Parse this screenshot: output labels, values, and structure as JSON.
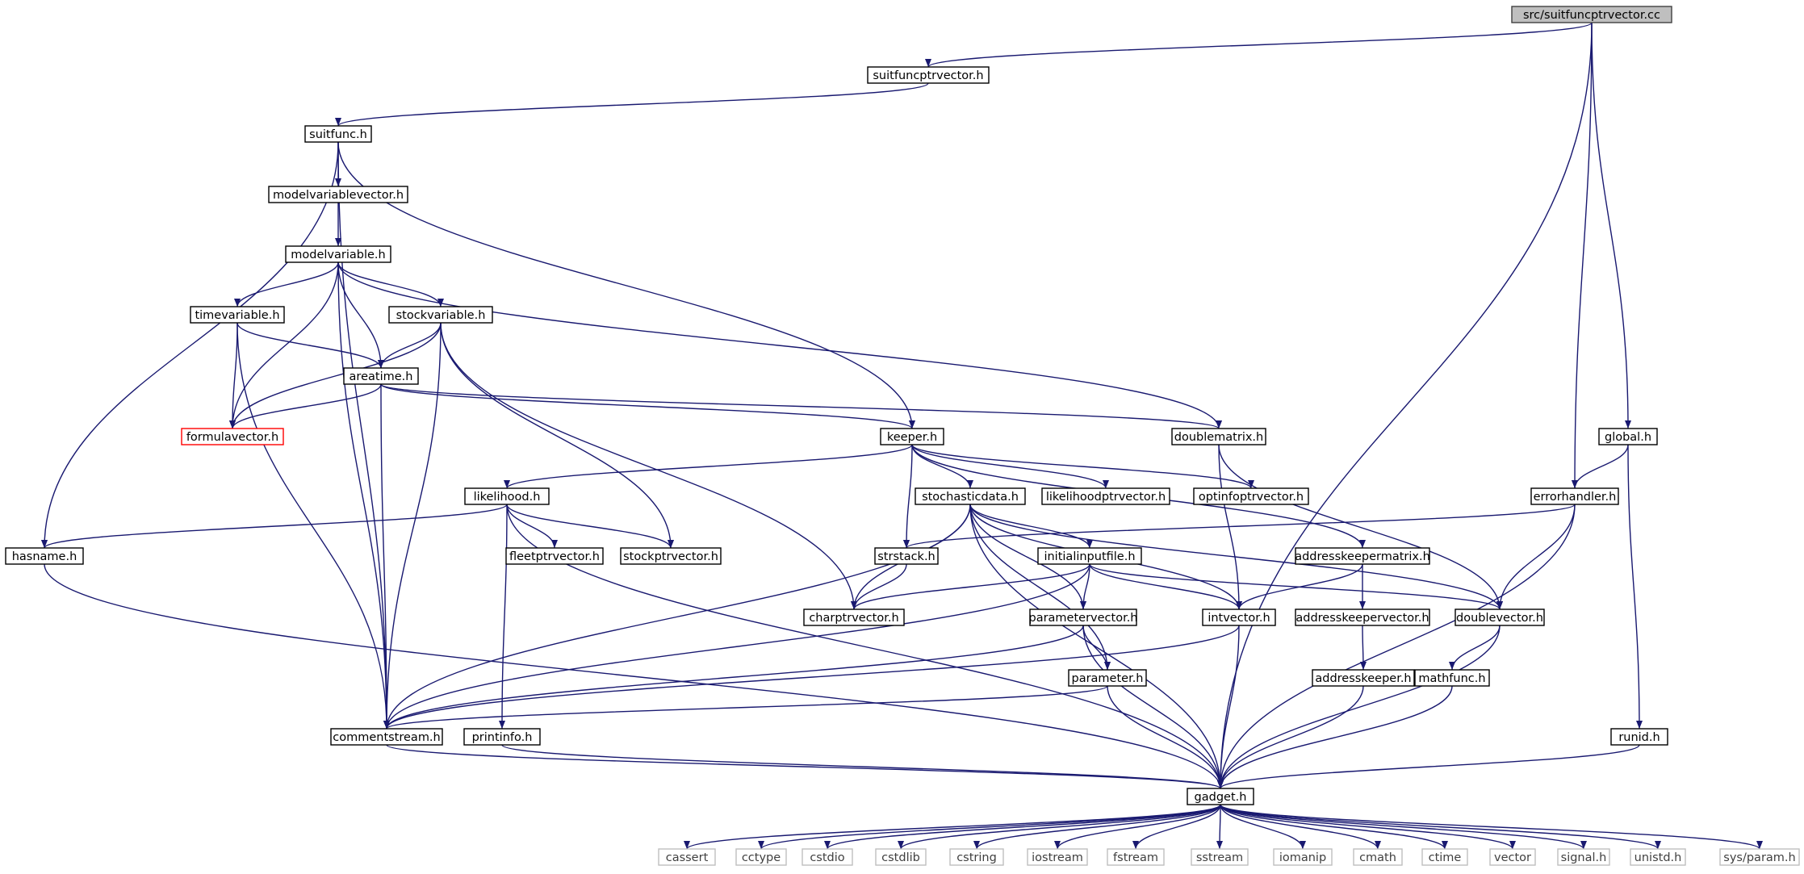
{
  "nodes": [
    {
      "id": "suitfuncptrvector_cc",
      "label": "src/suitfuncptrvector.cc",
      "style": "root"
    },
    {
      "id": "suitfuncptrvector_h",
      "label": "suitfuncptrvector.h",
      "style": "normal"
    },
    {
      "id": "suitfunc_h",
      "label": "suitfunc.h",
      "style": "normal"
    },
    {
      "id": "modelvariablevector_h",
      "label": "modelvariablevector.h",
      "style": "normal"
    },
    {
      "id": "modelvariable_h",
      "label": "modelvariable.h",
      "style": "normal"
    },
    {
      "id": "timevariable_h",
      "label": "timevariable.h",
      "style": "normal"
    },
    {
      "id": "stockvariable_h",
      "label": "stockvariable.h",
      "style": "normal"
    },
    {
      "id": "areatime_h",
      "label": "areatime.h",
      "style": "normal"
    },
    {
      "id": "formulavector_h",
      "label": "formulavector.h",
      "style": "truncated"
    },
    {
      "id": "keeper_h",
      "label": "keeper.h",
      "style": "normal"
    },
    {
      "id": "doublematrix_h",
      "label": "doublematrix.h",
      "style": "normal"
    },
    {
      "id": "global_h",
      "label": "global.h",
      "style": "normal"
    },
    {
      "id": "errorhandler_h",
      "label": "errorhandler.h",
      "style": "normal"
    },
    {
      "id": "likelihood_h",
      "label": "likelihood.h",
      "style": "normal"
    },
    {
      "id": "stochasticdata_h",
      "label": "stochasticdata.h",
      "style": "normal"
    },
    {
      "id": "likelihoodptrvector_h",
      "label": "likelihoodptrvector.h",
      "style": "normal"
    },
    {
      "id": "optinfoptrvector_h",
      "label": "optinfoptrvector.h",
      "style": "normal"
    },
    {
      "id": "hasname_h",
      "label": "hasname.h",
      "style": "normal"
    },
    {
      "id": "fleetptrvector_h",
      "label": "fleetptrvector.h",
      "style": "normal"
    },
    {
      "id": "stockptrvector_h",
      "label": "stockptrvector.h",
      "style": "normal"
    },
    {
      "id": "strstack_h",
      "label": "strstack.h",
      "style": "normal"
    },
    {
      "id": "initialinputfile_h",
      "label": "initialinputfile.h",
      "style": "normal"
    },
    {
      "id": "addresskeepermatrix_h",
      "label": "addresskeepermatrix.h",
      "style": "normal"
    },
    {
      "id": "charptrvector_h",
      "label": "charptrvector.h",
      "style": "normal"
    },
    {
      "id": "parametervector_h",
      "label": "parametervector.h",
      "style": "normal"
    },
    {
      "id": "intvector_h",
      "label": "intvector.h",
      "style": "normal"
    },
    {
      "id": "addresskeepervector_h",
      "label": "addresskeepervector.h",
      "style": "normal"
    },
    {
      "id": "doublevector_h",
      "label": "doublevector.h",
      "style": "normal"
    },
    {
      "id": "parameter_h",
      "label": "parameter.h",
      "style": "normal"
    },
    {
      "id": "addresskeeper_h",
      "label": "addresskeeper.h",
      "style": "normal"
    },
    {
      "id": "mathfunc_h",
      "label": "mathfunc.h",
      "style": "normal"
    },
    {
      "id": "commentstream_h",
      "label": "commentstream.h",
      "style": "normal"
    },
    {
      "id": "printinfo_h",
      "label": "printinfo.h",
      "style": "normal"
    },
    {
      "id": "runid_h",
      "label": "runid.h",
      "style": "normal"
    },
    {
      "id": "gadget_h",
      "label": "gadget.h",
      "style": "normal"
    },
    {
      "id": "cassert",
      "label": "cassert",
      "style": "system"
    },
    {
      "id": "cctype",
      "label": "cctype",
      "style": "system"
    },
    {
      "id": "cstdio",
      "label": "cstdio",
      "style": "system"
    },
    {
      "id": "cstdlib",
      "label": "cstdlib",
      "style": "system"
    },
    {
      "id": "cstring",
      "label": "cstring",
      "style": "system"
    },
    {
      "id": "iostream",
      "label": "iostream",
      "style": "system"
    },
    {
      "id": "fstream",
      "label": "fstream",
      "style": "system"
    },
    {
      "id": "sstream",
      "label": "sstream",
      "style": "system"
    },
    {
      "id": "iomanip",
      "label": "iomanip",
      "style": "system"
    },
    {
      "id": "cmath",
      "label": "cmath",
      "style": "system"
    },
    {
      "id": "ctime",
      "label": "ctime",
      "style": "system"
    },
    {
      "id": "vector",
      "label": "vector",
      "style": "system"
    },
    {
      "id": "signal_h",
      "label": "signal.h",
      "style": "system"
    },
    {
      "id": "unistd_h",
      "label": "unistd.h",
      "style": "system"
    },
    {
      "id": "sys_param_h",
      "label": "sys/param.h",
      "style": "system"
    }
  ],
  "edges": [
    [
      "suitfuncptrvector_cc",
      "suitfuncptrvector_h"
    ],
    [
      "suitfuncptrvector_cc",
      "errorhandler_h"
    ],
    [
      "suitfuncptrvector_cc",
      "global_h"
    ],
    [
      "suitfuncptrvector_cc",
      "gadget_h"
    ],
    [
      "suitfuncptrvector_h",
      "suitfunc_h"
    ],
    [
      "suitfunc_h",
      "hasname_h"
    ],
    [
      "suitfunc_h",
      "commentstream_h"
    ],
    [
      "suitfunc_h",
      "modelvariablevector_h"
    ],
    [
      "suitfunc_h",
      "keeper_h"
    ],
    [
      "modelvariablevector_h",
      "modelvariable_h"
    ],
    [
      "modelvariable_h",
      "formulavector_h"
    ],
    [
      "modelvariable_h",
      "timevariable_h"
    ],
    [
      "modelvariable_h",
      "commentstream_h"
    ],
    [
      "modelvariable_h",
      "areatime_h"
    ],
    [
      "modelvariable_h",
      "stockvariable_h"
    ],
    [
      "modelvariable_h",
      "doublematrix_h"
    ],
    [
      "timevariable_h",
      "formulavector_h"
    ],
    [
      "timevariable_h",
      "commentstream_h"
    ],
    [
      "timevariable_h",
      "areatime_h"
    ],
    [
      "stockvariable_h",
      "formulavector_h"
    ],
    [
      "stockvariable_h",
      "areatime_h"
    ],
    [
      "stockvariable_h",
      "commentstream_h"
    ],
    [
      "stockvariable_h",
      "stockptrvector_h"
    ],
    [
      "stockvariable_h",
      "charptrvector_h"
    ],
    [
      "areatime_h",
      "formulavector_h"
    ],
    [
      "areatime_h",
      "commentstream_h"
    ],
    [
      "areatime_h",
      "keeper_h"
    ],
    [
      "areatime_h",
      "doublematrix_h"
    ],
    [
      "keeper_h",
      "likelihood_h"
    ],
    [
      "keeper_h",
      "strstack_h"
    ],
    [
      "keeper_h",
      "stochasticdata_h"
    ],
    [
      "keeper_h",
      "likelihoodptrvector_h"
    ],
    [
      "keeper_h",
      "optinfoptrvector_h"
    ],
    [
      "keeper_h",
      "addresskeepermatrix_h"
    ],
    [
      "doublematrix_h",
      "intvector_h"
    ],
    [
      "doublematrix_h",
      "doublevector_h"
    ],
    [
      "global_h",
      "errorhandler_h"
    ],
    [
      "global_h",
      "runid_h"
    ],
    [
      "errorhandler_h",
      "strstack_h"
    ],
    [
      "errorhandler_h",
      "doublevector_h"
    ],
    [
      "errorhandler_h",
      "gadget_h"
    ],
    [
      "likelihood_h",
      "hasname_h"
    ],
    [
      "likelihood_h",
      "fleetptrvector_h"
    ],
    [
      "likelihood_h",
      "stockptrvector_h"
    ],
    [
      "likelihood_h",
      "printinfo_h"
    ],
    [
      "likelihood_h",
      "gadget_h"
    ],
    [
      "stochasticdata_h",
      "commentstream_h"
    ],
    [
      "stochasticdata_h",
      "charptrvector_h"
    ],
    [
      "stochasticdata_h",
      "initialinputfile_h"
    ],
    [
      "stochasticdata_h",
      "parametervector_h"
    ],
    [
      "stochasticdata_h",
      "gadget_h"
    ],
    [
      "stochasticdata_h",
      "parameter_h"
    ],
    [
      "stochasticdata_h",
      "intvector_h"
    ],
    [
      "stochasticdata_h",
      "doublevector_h"
    ],
    [
      "hasname_h",
      "gadget_h"
    ],
    [
      "strstack_h",
      "charptrvector_h"
    ],
    [
      "initialinputfile_h",
      "charptrvector_h"
    ],
    [
      "initialinputfile_h",
      "commentstream_h"
    ],
    [
      "initialinputfile_h",
      "parametervector_h"
    ],
    [
      "initialinputfile_h",
      "intvector_h"
    ],
    [
      "initialinputfile_h",
      "doublevector_h"
    ],
    [
      "addresskeepermatrix_h",
      "intvector_h"
    ],
    [
      "addresskeepermatrix_h",
      "addresskeepervector_h"
    ],
    [
      "parametervector_h",
      "parameter_h"
    ],
    [
      "parametervector_h",
      "commentstream_h"
    ],
    [
      "parametervector_h",
      "gadget_h"
    ],
    [
      "intvector_h",
      "commentstream_h"
    ],
    [
      "intvector_h",
      "gadget_h"
    ],
    [
      "addresskeepervector_h",
      "addresskeeper_h"
    ],
    [
      "doublevector_h",
      "mathfunc_h"
    ],
    [
      "doublevector_h",
      "gadget_h"
    ],
    [
      "parameter_h",
      "commentstream_h"
    ],
    [
      "parameter_h",
      "gadget_h"
    ],
    [
      "addresskeeper_h",
      "gadget_h"
    ],
    [
      "mathfunc_h",
      "gadget_h"
    ],
    [
      "commentstream_h",
      "gadget_h"
    ],
    [
      "printinfo_h",
      "gadget_h"
    ],
    [
      "runid_h",
      "gadget_h"
    ],
    [
      "gadget_h",
      "cassert"
    ],
    [
      "gadget_h",
      "cctype"
    ],
    [
      "gadget_h",
      "cstdio"
    ],
    [
      "gadget_h",
      "cstdlib"
    ],
    [
      "gadget_h",
      "cstring"
    ],
    [
      "gadget_h",
      "iostream"
    ],
    [
      "gadget_h",
      "fstream"
    ],
    [
      "gadget_h",
      "sstream"
    ],
    [
      "gadget_h",
      "iomanip"
    ],
    [
      "gadget_h",
      "cmath"
    ],
    [
      "gadget_h",
      "ctime"
    ],
    [
      "gadget_h",
      "vector"
    ],
    [
      "gadget_h",
      "signal_h"
    ],
    [
      "gadget_h",
      "unistd_h"
    ],
    [
      "gadget_h",
      "sys_param_h"
    ]
  ],
  "colors": {
    "edge": "#191970",
    "node_border": "#000000",
    "root_fill": "#bfbfbf",
    "root_border": "#404040",
    "truncated_border": "#ff0000",
    "system_border": "#bfbfbf",
    "system_text": "#404040",
    "node_text": "#000000"
  }
}
